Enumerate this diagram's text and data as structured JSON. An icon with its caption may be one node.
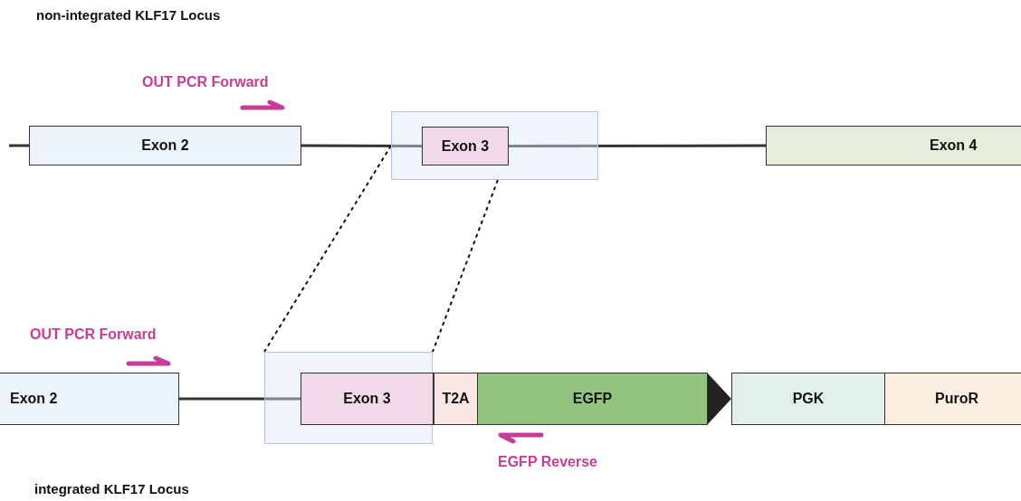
{
  "diagram": {
    "nodes": [
      {
        "text": [
          "Exon 2"
        ]
      },
      {
        "text": [],
        "shape": "box"
      },
      {
        "text": [
          "Exon 3"
        ],
        "in": 1
      },
      {
        "text": [
          "Exon 4"
        ]
      },
      {
        "text": [
          "Exon 2"
        ]
      },
      {
        "text": [],
        "shape": "box"
      },
      {
        "text": [
          "Exon 3"
        ],
        "in": 5
      },
      {
        "text": [
          "T2A"
        ]
      },
      {
        "text": [
          "EGFP"
        ]
      },
      {
        "text": [
          "PGK"
        ]
      },
      {
        "text": [
          "PuroR"
        ]
      }
    ],
    "edges": [
      {
        "from": null,
        "to": 0,
        "arrow": "none"
      },
      {
        "from": 0,
        "to": 2,
        "arrow": "none"
      },
      {
        "from": 2,
        "to": 3,
        "arrow": "none"
      },
      {
        "from": 4,
        "to": 6,
        "arrow": "none"
      },
      {
        "from": 1,
        "to": 5,
        "arrow": "none",
        "style": "dashed"
      },
      {
        "from": 1,
        "to": 5,
        "arrow": "none",
        "style": "dashed"
      }
    ],
    "labels": [
      "non-integrated KLF17 Locus",
      "OUT PCR Forward",
      "OUT PCR Forward",
      "EGFP Reverse",
      "integrated KLF17 Locus"
    ]
  }
}
